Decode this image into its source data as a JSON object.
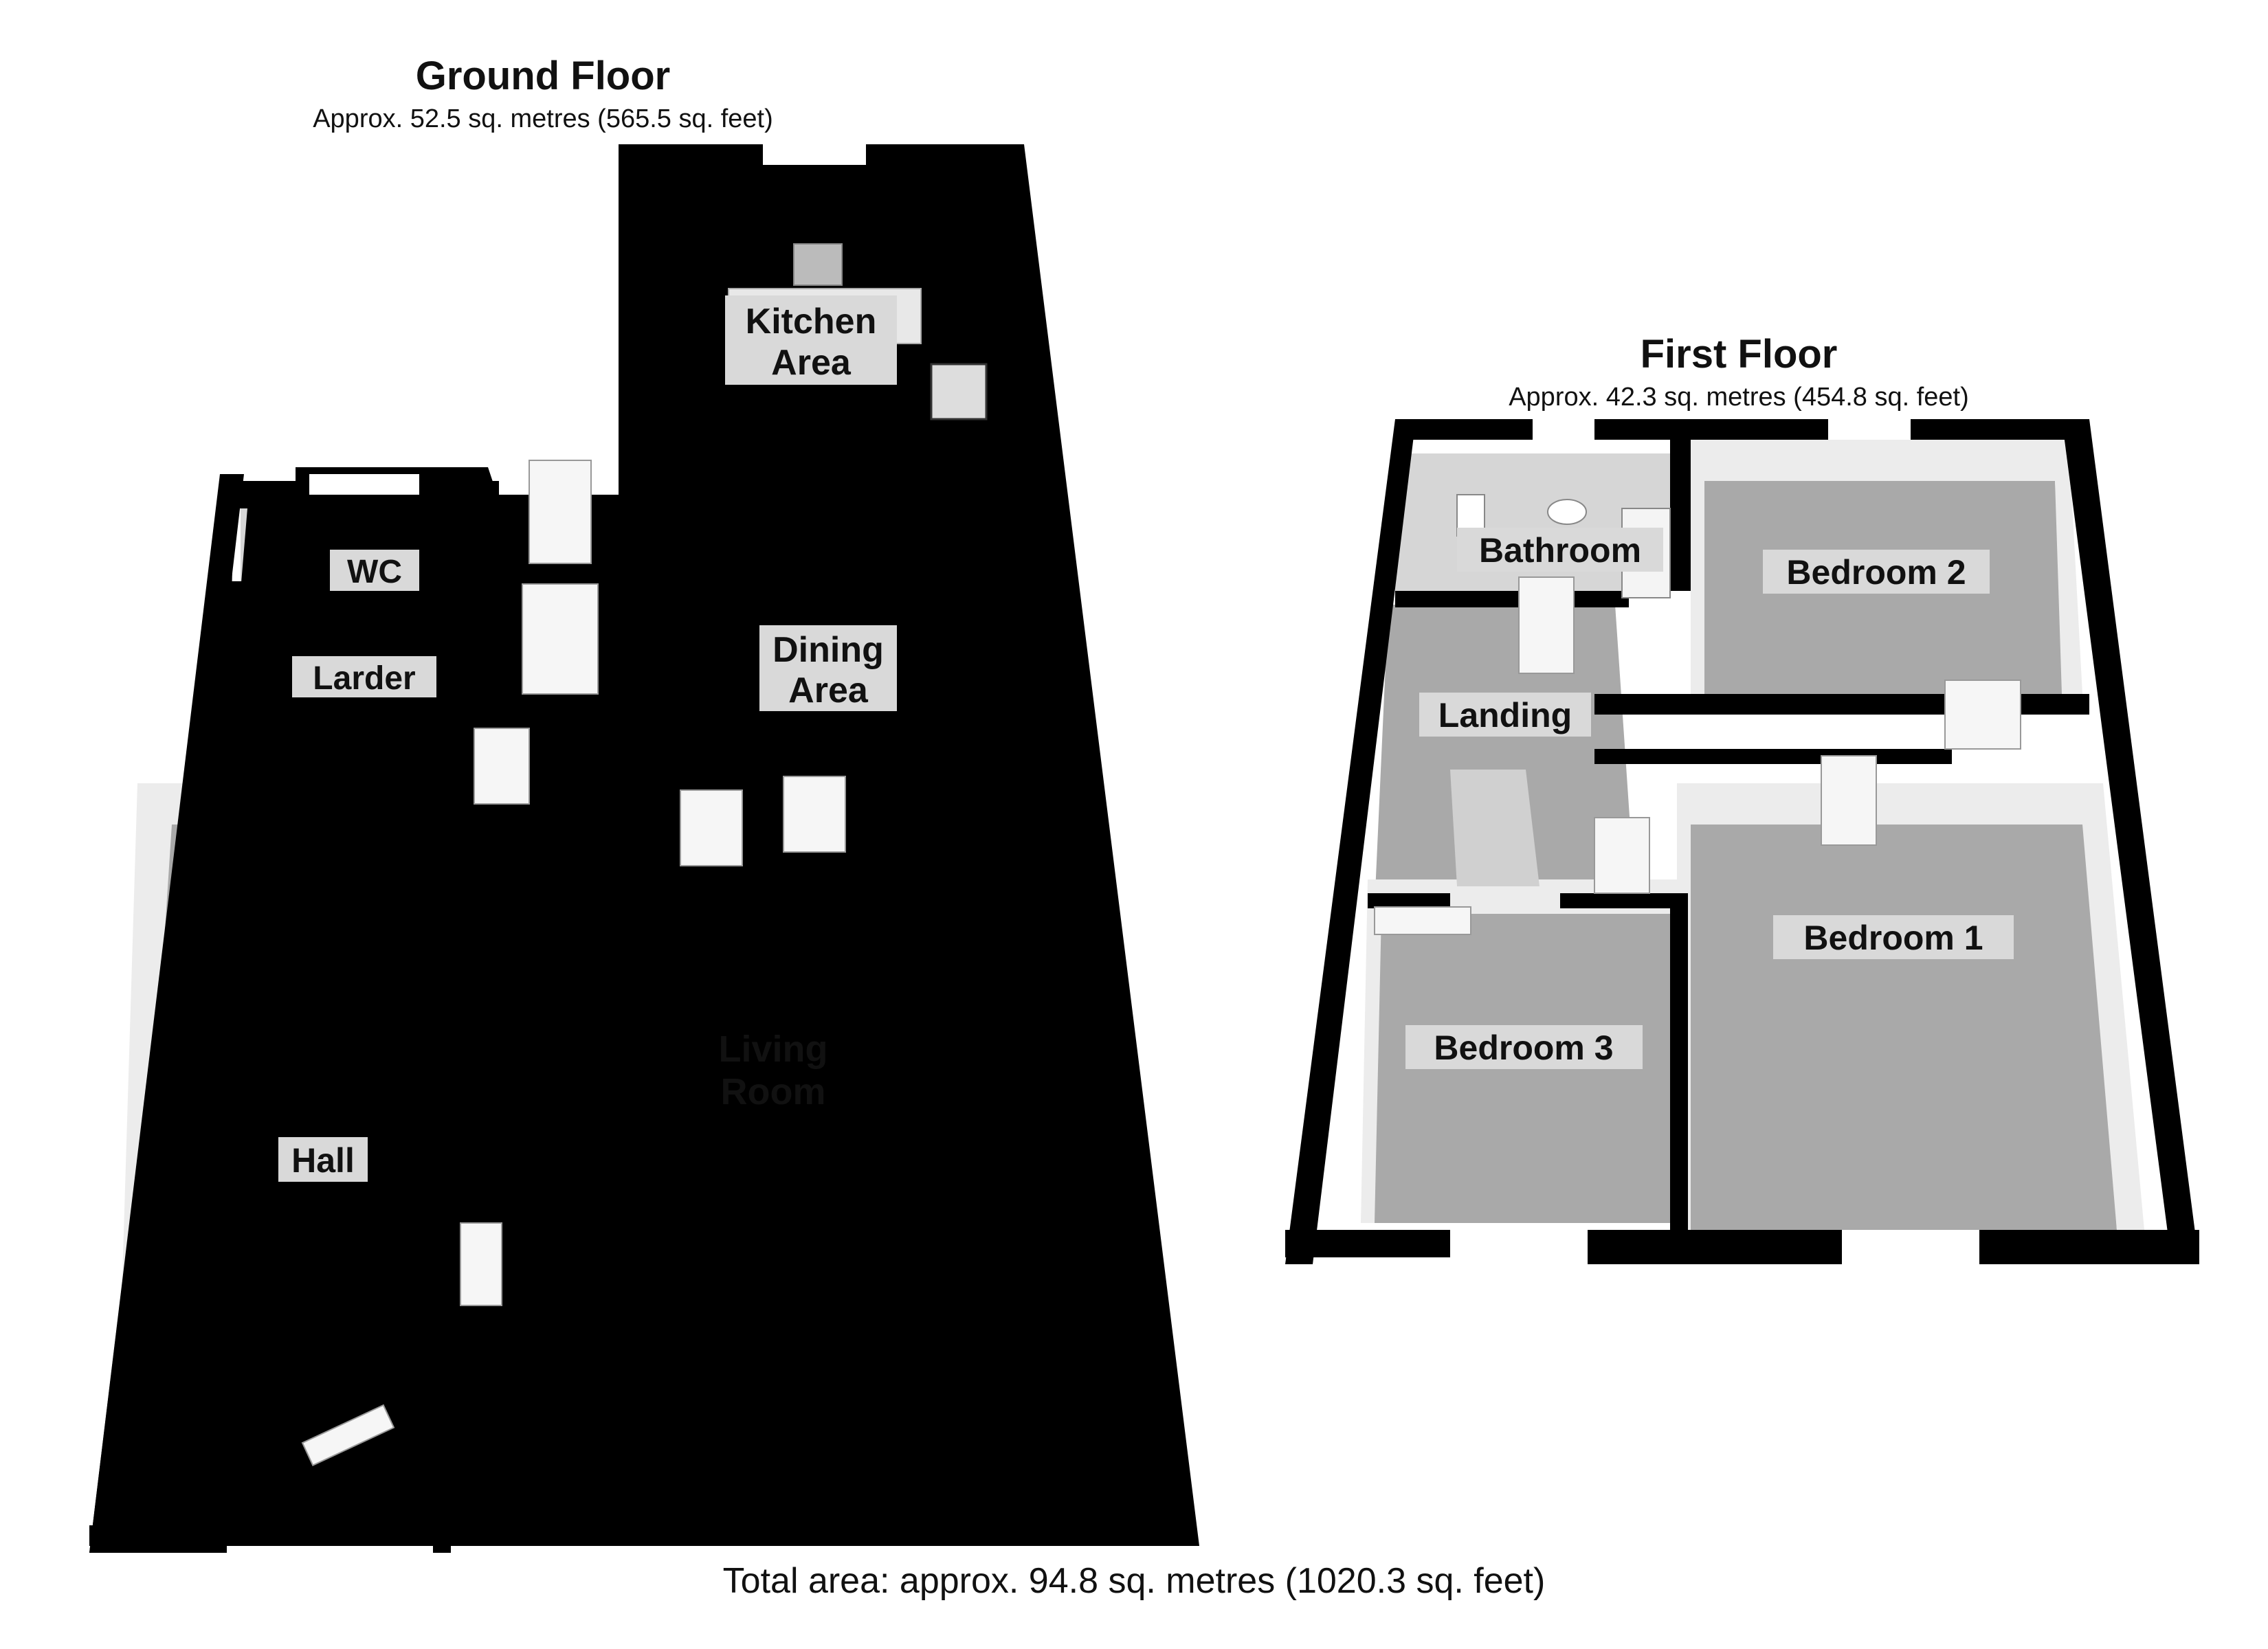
{
  "ground_floor": {
    "title": "Ground Floor",
    "area": "Approx. 52.5 sq. metres (565.5 sq. feet)",
    "rooms": {
      "kitchen_line1": "Kitchen",
      "kitchen_line2": "Area",
      "wc": "WC",
      "larder": "Larder",
      "dining_line1": "Dining",
      "dining_line2": "Area",
      "living_line1": "Living",
      "living_line2": "Room",
      "hall": "Hall"
    }
  },
  "first_floor": {
    "title": "First Floor",
    "area": "Approx. 42.3 sq. metres (454.8 sq. feet)",
    "rooms": {
      "bathroom": "Bathroom",
      "bedroom2": "Bedroom 2",
      "landing": "Landing",
      "bedroom1": "Bedroom 1",
      "bedroom3": "Bedroom 3"
    }
  },
  "total_area": "Total area: approx. 94.8 sq. metres (1020.3 sq. feet)",
  "colors": {
    "walls": "#000000",
    "carpet": "#a9a9a9",
    "kitchen_floor": "#d6d6d6",
    "label_background": "#d9d9d9"
  }
}
